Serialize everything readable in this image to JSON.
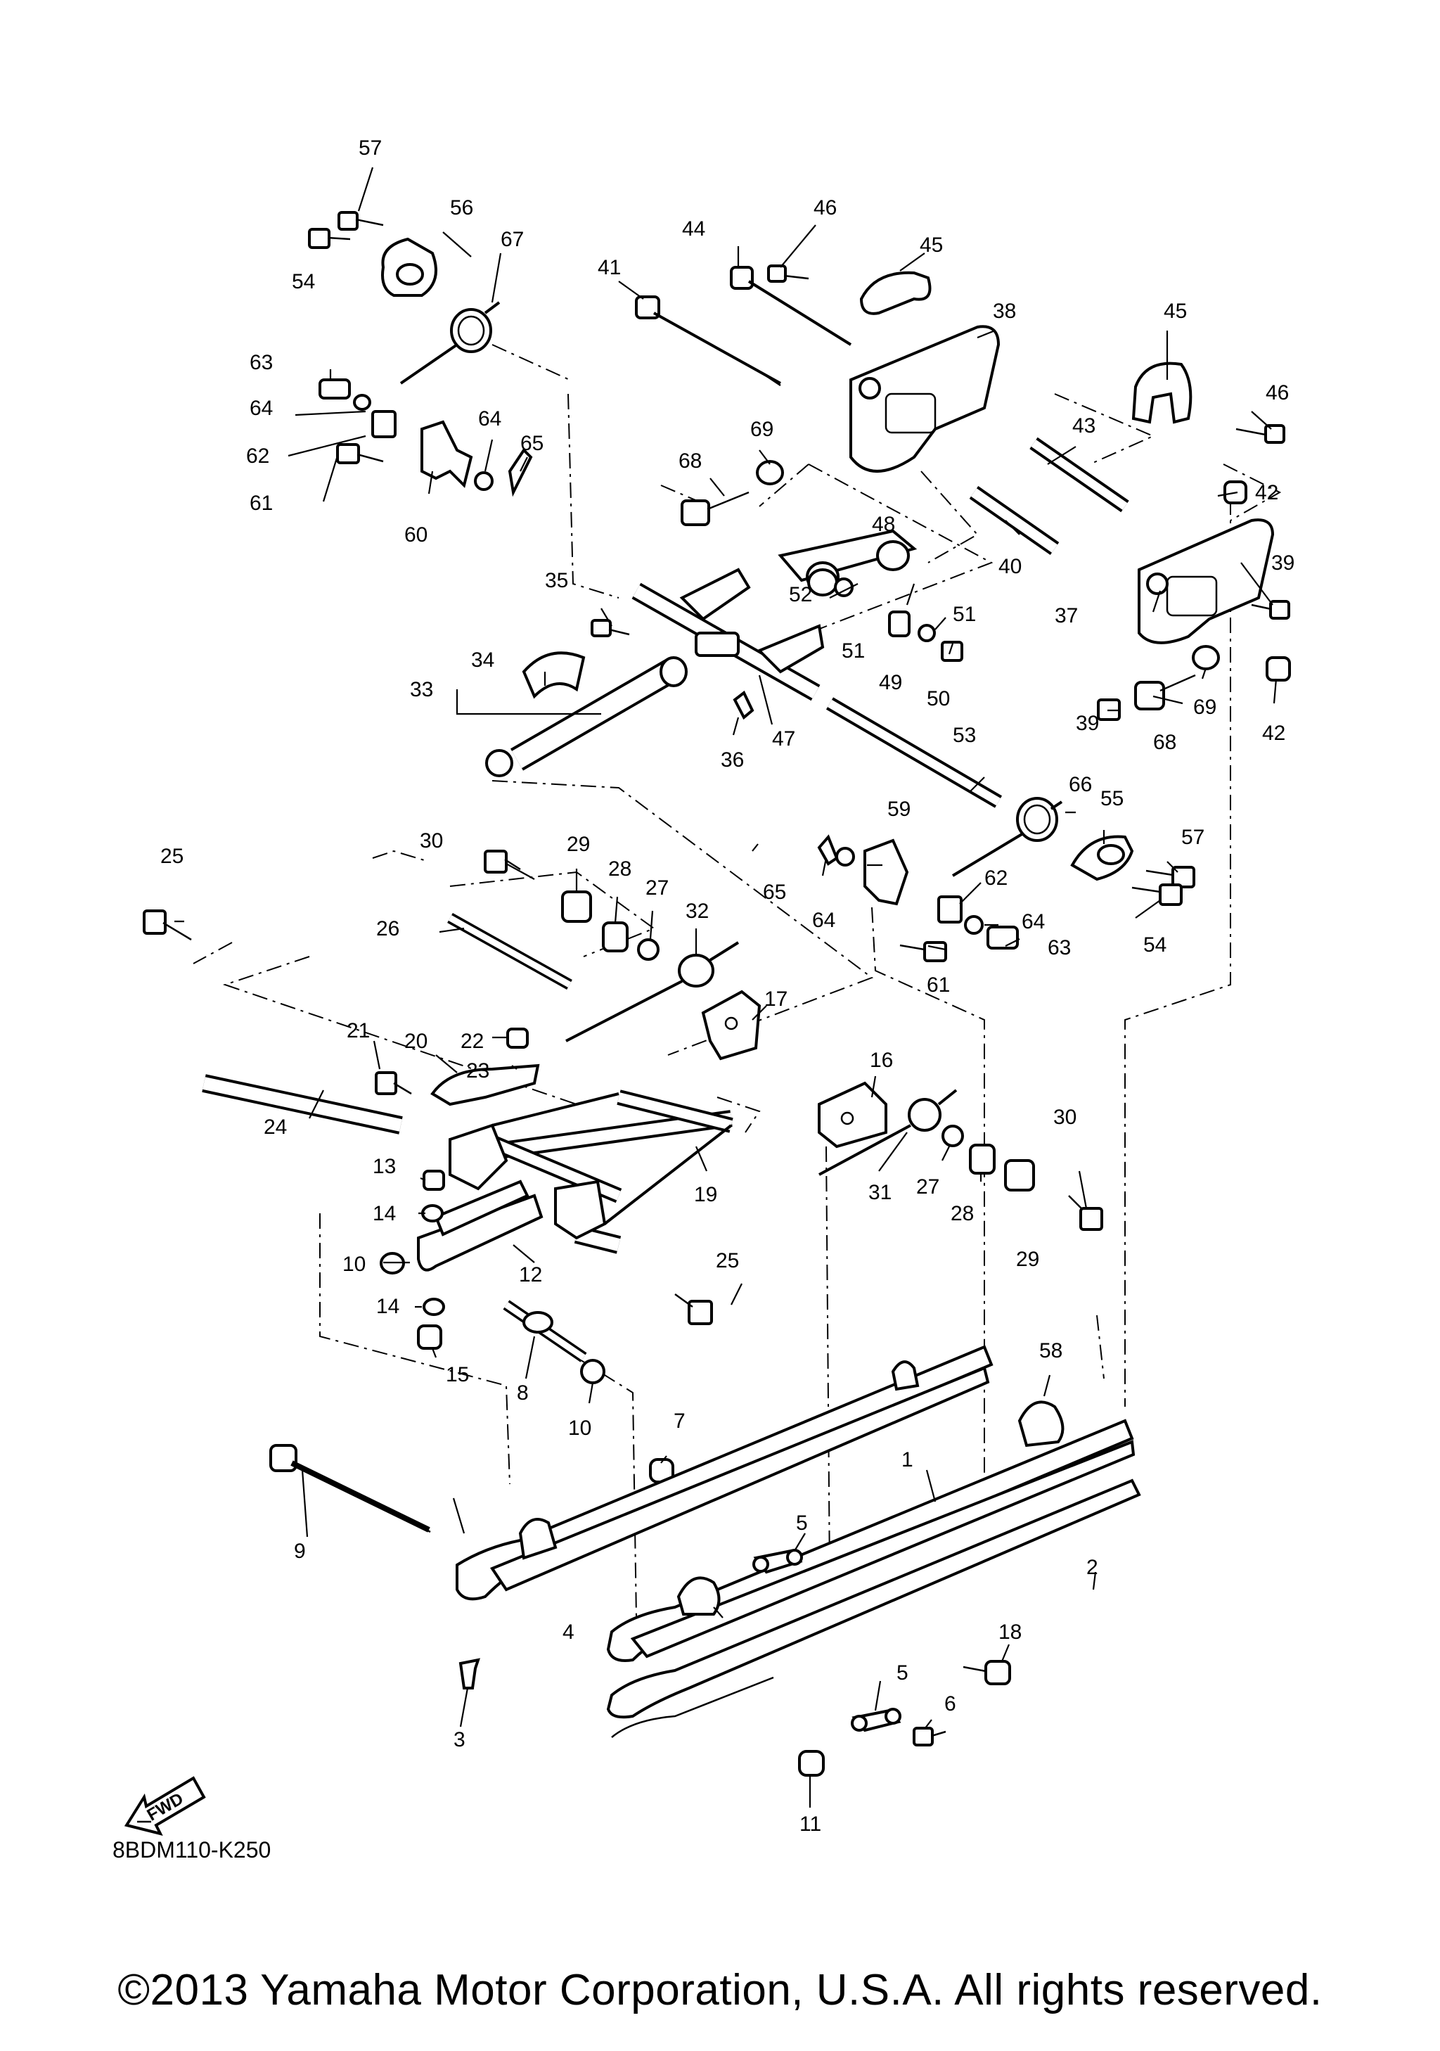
{
  "diagram": {
    "drawing_code": "8BDM110-K250",
    "copyright": "©2013 Yamaha Motor Corporation, U.S.A. All rights reserved.",
    "direction_badge": "FWD",
    "callouts": [
      "1",
      "2",
      "3",
      "4",
      "5",
      "5",
      "6",
      "7",
      "8",
      "9",
      "10",
      "10",
      "11",
      "12",
      "13",
      "14",
      "14",
      "15",
      "16",
      "17",
      "18",
      "19",
      "20",
      "21",
      "22",
      "23",
      "24",
      "25",
      "25",
      "26",
      "27",
      "27",
      "28",
      "28",
      "29",
      "29",
      "30",
      "30",
      "31",
      "32",
      "33",
      "34",
      "35",
      "36",
      "37",
      "38",
      "39",
      "39",
      "40",
      "41",
      "42",
      "42",
      "43",
      "44",
      "45",
      "45",
      "46",
      "46",
      "47",
      "48",
      "49",
      "50",
      "51",
      "51",
      "52",
      "53",
      "54",
      "54",
      "55",
      "56",
      "57",
      "57",
      "58",
      "59",
      "60",
      "61",
      "61",
      "62",
      "62",
      "63",
      "63",
      "64",
      "64",
      "64",
      "65",
      "65",
      "66",
      "67",
      "68",
      "68",
      "69",
      "69"
    ]
  }
}
